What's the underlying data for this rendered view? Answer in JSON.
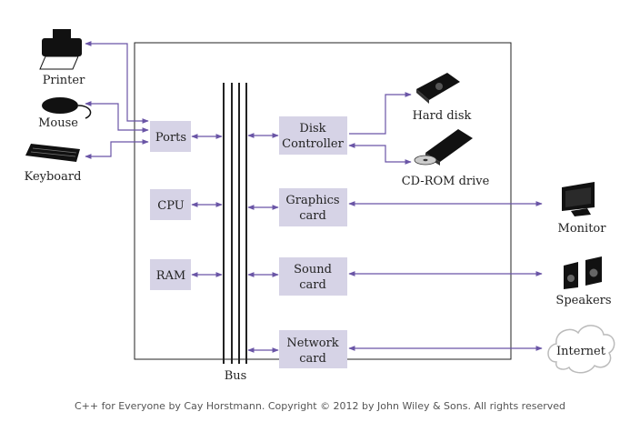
{
  "components": {
    "ports": "Ports",
    "cpu": "CPU",
    "ram": "RAM",
    "disk_controller": [
      "Disk",
      "Controller"
    ],
    "graphics_card": [
      "Graphics",
      "card"
    ],
    "sound_card": [
      "Sound",
      "card"
    ],
    "network_card": [
      "Network",
      "card"
    ],
    "bus": "Bus"
  },
  "peripherals": {
    "printer": "Printer",
    "mouse": "Mouse",
    "keyboard": "Keyboard",
    "hard_disk": "Hard disk",
    "cdrom": "CD-ROM drive",
    "monitor": "Monitor",
    "speakers": "Speakers",
    "internet": "Internet"
  },
  "caption": "C++ for Everyone by Cay Horstmann. Copyright © 2012 by John Wiley & Sons. All rights reserved",
  "colors": {
    "box_fill": "#d6d3e6",
    "arrow": "#6a55a6",
    "line": "#222222"
  }
}
